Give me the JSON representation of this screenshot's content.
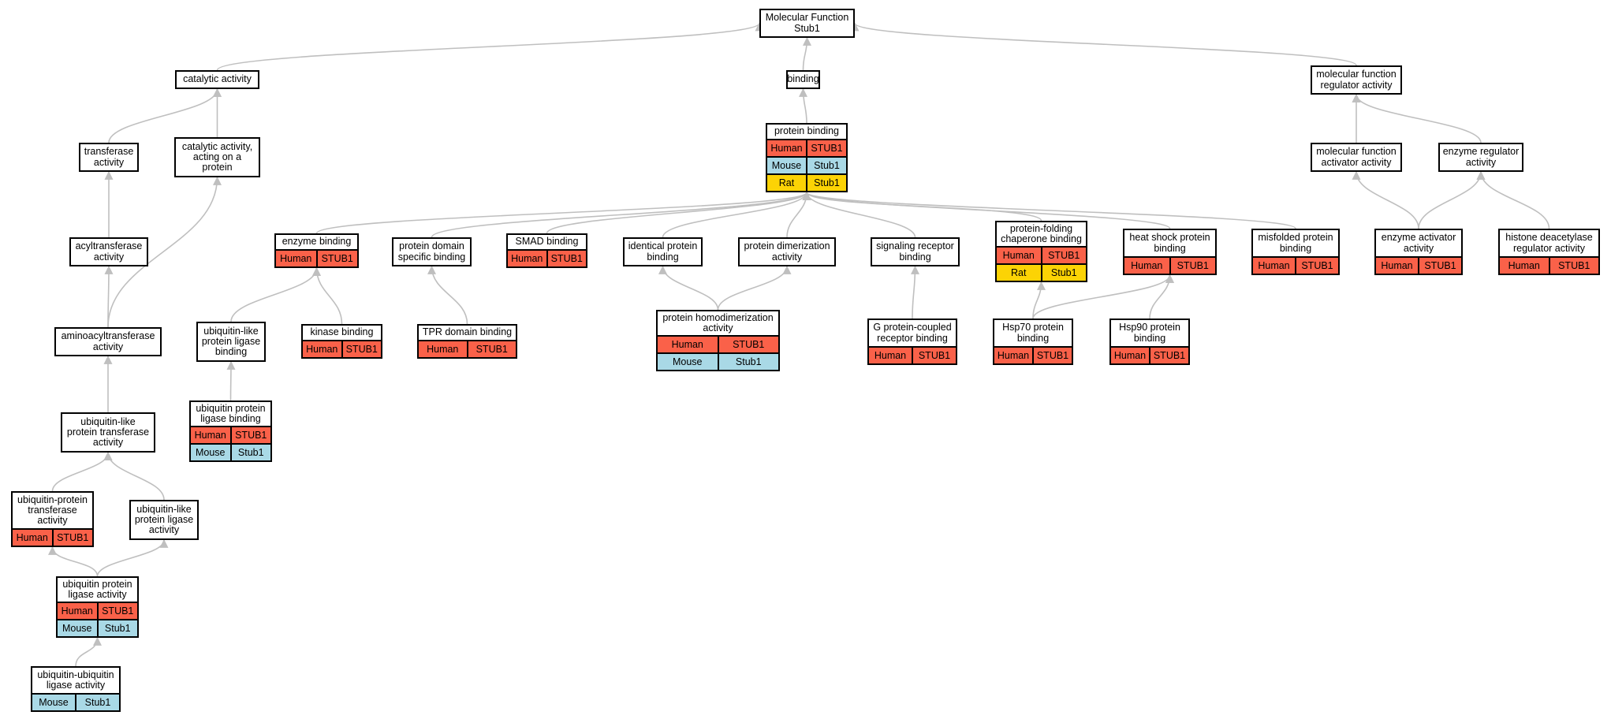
{
  "colors": {
    "human": "#fa6149",
    "mouse": "#a9d9e6",
    "rat": "#fcd305",
    "edge": "#bfbfbf"
  },
  "nodes": [
    {
      "id": "mf",
      "label": "Molecular Function\nStub1",
      "rows": []
    },
    {
      "id": "catalytic",
      "label": "catalytic activity",
      "rows": []
    },
    {
      "id": "binding",
      "label": "binding",
      "rows": []
    },
    {
      "id": "mfreg",
      "label": "molecular function\nregulator activity",
      "rows": []
    },
    {
      "id": "transferase",
      "label": "transferase\nactivity",
      "rows": []
    },
    {
      "id": "catprot",
      "label": "catalytic activity,\nacting on a\nprotein",
      "rows": []
    },
    {
      "id": "protbind",
      "label": "protein binding",
      "rows": [
        {
          "org": "Human",
          "gene": "STUB1",
          "cls": "human"
        },
        {
          "org": "Mouse",
          "gene": "Stub1",
          "cls": "mouse"
        },
        {
          "org": "Rat",
          "gene": "Stub1",
          "cls": "rat"
        }
      ]
    },
    {
      "id": "mfact",
      "label": "molecular function\nactivator activity",
      "rows": []
    },
    {
      "id": "enzreg",
      "label": "enzyme regulator\nactivity",
      "rows": []
    },
    {
      "id": "acyl",
      "label": "acyltransferase\nactivity",
      "rows": []
    },
    {
      "id": "enzbind",
      "label": "enzyme binding",
      "rows": [
        {
          "org": "Human",
          "gene": "STUB1",
          "cls": "human"
        }
      ]
    },
    {
      "id": "domainbind",
      "label": "protein domain\nspecific binding",
      "rows": []
    },
    {
      "id": "smad",
      "label": "SMAD binding",
      "rows": [
        {
          "org": "Human",
          "gene": "STUB1",
          "cls": "human"
        }
      ]
    },
    {
      "id": "identical",
      "label": "identical protein\nbinding",
      "rows": []
    },
    {
      "id": "dimer",
      "label": "protein dimerization\nactivity",
      "rows": []
    },
    {
      "id": "sigrec",
      "label": "signaling receptor\nbinding",
      "rows": []
    },
    {
      "id": "chaperone",
      "label": "protein-folding\nchaperone binding",
      "rows": [
        {
          "org": "Human",
          "gene": "STUB1",
          "cls": "human"
        },
        {
          "org": "Rat",
          "gene": "Stub1",
          "cls": "rat"
        }
      ]
    },
    {
      "id": "hsbind",
      "label": "heat shock protein\nbinding",
      "rows": [
        {
          "org": "Human",
          "gene": "STUB1",
          "cls": "human"
        }
      ]
    },
    {
      "id": "misfolded",
      "label": "misfolded protein\nbinding",
      "rows": [
        {
          "org": "Human",
          "gene": "STUB1",
          "cls": "human"
        }
      ]
    },
    {
      "id": "enzact",
      "label": "enzyme activator\nactivity",
      "rows": [
        {
          "org": "Human",
          "gene": "STUB1",
          "cls": "human"
        }
      ]
    },
    {
      "id": "histone",
      "label": "histone deacetylase\nregulator activity",
      "rows": [
        {
          "org": "Human",
          "gene": "STUB1",
          "cls": "human"
        }
      ]
    },
    {
      "id": "aminoacyl",
      "label": "aminoacyltransferase\nactivity",
      "rows": []
    },
    {
      "id": "ublligbind",
      "label": "ubiquitin-like\nprotein ligase\nbinding",
      "rows": []
    },
    {
      "id": "kinase",
      "label": "kinase binding",
      "rows": [
        {
          "org": "Human",
          "gene": "STUB1",
          "cls": "human"
        }
      ]
    },
    {
      "id": "tpr",
      "label": "TPR domain binding",
      "rows": [
        {
          "org": "Human",
          "gene": "STUB1",
          "cls": "human"
        }
      ]
    },
    {
      "id": "homodimer",
      "label": "protein homodimerization\nactivity",
      "rows": [
        {
          "org": "Human",
          "gene": "STUB1",
          "cls": "human"
        },
        {
          "org": "Mouse",
          "gene": "Stub1",
          "cls": "mouse"
        }
      ]
    },
    {
      "id": "gpcr",
      "label": "G protein-coupled\nreceptor binding",
      "rows": [
        {
          "org": "Human",
          "gene": "STUB1",
          "cls": "human"
        }
      ]
    },
    {
      "id": "hsp70",
      "label": "Hsp70 protein\nbinding",
      "rows": [
        {
          "org": "Human",
          "gene": "STUB1",
          "cls": "human"
        }
      ]
    },
    {
      "id": "hsp90",
      "label": "Hsp90 protein\nbinding",
      "rows": [
        {
          "org": "Human",
          "gene": "STUB1",
          "cls": "human"
        }
      ]
    },
    {
      "id": "ublptrans",
      "label": "ubiquitin-like\nprotein transferase\nactivity",
      "rows": []
    },
    {
      "id": "ubligbind",
      "label": "ubiquitin protein\nligase binding",
      "rows": [
        {
          "org": "Human",
          "gene": "STUB1",
          "cls": "human"
        },
        {
          "org": "Mouse",
          "gene": "Stub1",
          "cls": "mouse"
        }
      ]
    },
    {
      "id": "ubptrans",
      "label": "ubiquitin-protein\ntransferase\nactivity",
      "rows": [
        {
          "org": "Human",
          "gene": "STUB1",
          "cls": "human"
        }
      ]
    },
    {
      "id": "ublligact",
      "label": "ubiquitin-like\nprotein ligase\nactivity",
      "rows": []
    },
    {
      "id": "ubligact",
      "label": "ubiquitin protein\nligase activity",
      "rows": [
        {
          "org": "Human",
          "gene": "STUB1",
          "cls": "human"
        },
        {
          "org": "Mouse",
          "gene": "Stub1",
          "cls": "mouse"
        }
      ]
    },
    {
      "id": "ububact",
      "label": "ubiquitin-ubiquitin\nligase activity",
      "rows": [
        {
          "org": "Mouse",
          "gene": "Stub1",
          "cls": "mouse"
        }
      ]
    }
  ],
  "edges": [
    [
      "catalytic",
      "mf"
    ],
    [
      "binding",
      "mf"
    ],
    [
      "mfreg",
      "mf"
    ],
    [
      "transferase",
      "catalytic"
    ],
    [
      "catprot",
      "catalytic"
    ],
    [
      "protbind",
      "binding"
    ],
    [
      "mfact",
      "mfreg"
    ],
    [
      "enzreg",
      "mfreg"
    ],
    [
      "acyl",
      "transferase"
    ],
    [
      "aminoacyl",
      "acyl"
    ],
    [
      "aminoacyl",
      "catprot"
    ],
    [
      "ublptrans",
      "aminoacyl"
    ],
    [
      "ubptrans",
      "ublptrans"
    ],
    [
      "ublligact",
      "ublptrans"
    ],
    [
      "ubligact",
      "ubptrans"
    ],
    [
      "ubligact",
      "ublligact"
    ],
    [
      "ububact",
      "ubligact"
    ],
    [
      "enzbind",
      "protbind"
    ],
    [
      "domainbind",
      "protbind"
    ],
    [
      "smad",
      "protbind"
    ],
    [
      "identical",
      "protbind"
    ],
    [
      "dimer",
      "protbind"
    ],
    [
      "sigrec",
      "protbind"
    ],
    [
      "chaperone",
      "protbind"
    ],
    [
      "hsbind",
      "protbind"
    ],
    [
      "misfolded",
      "protbind"
    ],
    [
      "ublligbind",
      "enzbind"
    ],
    [
      "kinase",
      "enzbind"
    ],
    [
      "ubligbind",
      "ublligbind"
    ],
    [
      "tpr",
      "domainbind"
    ],
    [
      "homodimer",
      "identical"
    ],
    [
      "homodimer",
      "dimer"
    ],
    [
      "gpcr",
      "sigrec"
    ],
    [
      "hsp70",
      "chaperone"
    ],
    [
      "hsp70",
      "hsbind"
    ],
    [
      "hsp90",
      "hsbind"
    ],
    [
      "enzact",
      "mfact"
    ],
    [
      "enzact",
      "enzreg"
    ],
    [
      "histone",
      "enzreg"
    ]
  ]
}
